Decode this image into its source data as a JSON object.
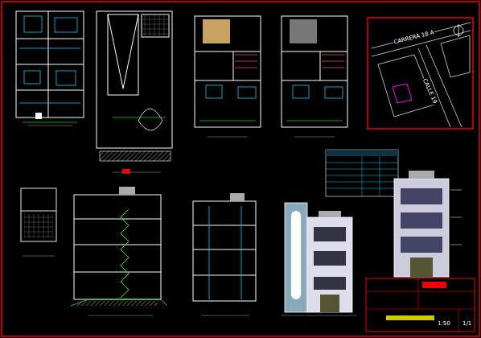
{
  "diagram": {
    "labels": [
      "CARRERA 18 A",
      "CALLE 19",
      "1:50",
      "1/1"
    ]
  }
}
